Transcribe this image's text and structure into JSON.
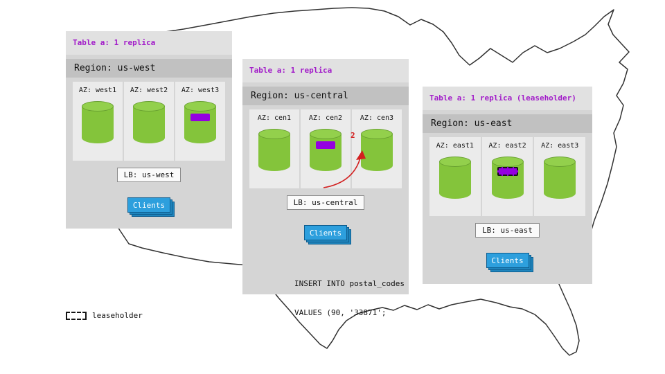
{
  "diagram_title": "Multi-region replication diagram",
  "colors": {
    "replica_purple": "#9400e0",
    "cylinder_green": "#84c43b",
    "clients_blue": "#2d9fdd",
    "table_title_purple": "#a21cc9",
    "arrow_red": "#d21f1f",
    "panel_gray": "#d5d5d5",
    "region_bar_gray": "#c1c1c1"
  },
  "regions": [
    {
      "table_label": "Table a: 1 replica",
      "region_label": "Region: us-west",
      "azs": [
        {
          "label": "AZ: west1",
          "replica": false,
          "leaseholder": false
        },
        {
          "label": "AZ: west2",
          "replica": false,
          "leaseholder": false
        },
        {
          "label": "AZ: west3",
          "replica": true,
          "leaseholder": false
        }
      ],
      "lb_label": "LB: us-west",
      "clients_label": "Clients"
    },
    {
      "table_label": "Table a: 1 replica",
      "region_label": "Region: us-central",
      "azs": [
        {
          "label": "AZ: cen1",
          "replica": false,
          "leaseholder": false
        },
        {
          "label": "AZ: cen2",
          "replica": true,
          "leaseholder": false
        },
        {
          "label": "AZ: cen3",
          "replica": false,
          "leaseholder": false
        }
      ],
      "lb_label": "LB: us-central",
      "clients_label": "Clients"
    },
    {
      "table_label": "Table a: 1 replica (leaseholder)",
      "region_label": "Region: us-east",
      "azs": [
        {
          "label": "AZ: east1",
          "replica": false,
          "leaseholder": false
        },
        {
          "label": "AZ: east2",
          "replica": true,
          "leaseholder": true
        },
        {
          "label": "AZ: east3",
          "replica": false,
          "leaseholder": false
        }
      ],
      "lb_label": "LB: us-east",
      "clients_label": "Clients"
    }
  ],
  "sql_note": {
    "line1": "INSERT INTO postal_codes",
    "line2": "VALUES (90, '33871';"
  },
  "arrow": {
    "label": "2"
  },
  "legend": {
    "label": "leaseholder"
  }
}
